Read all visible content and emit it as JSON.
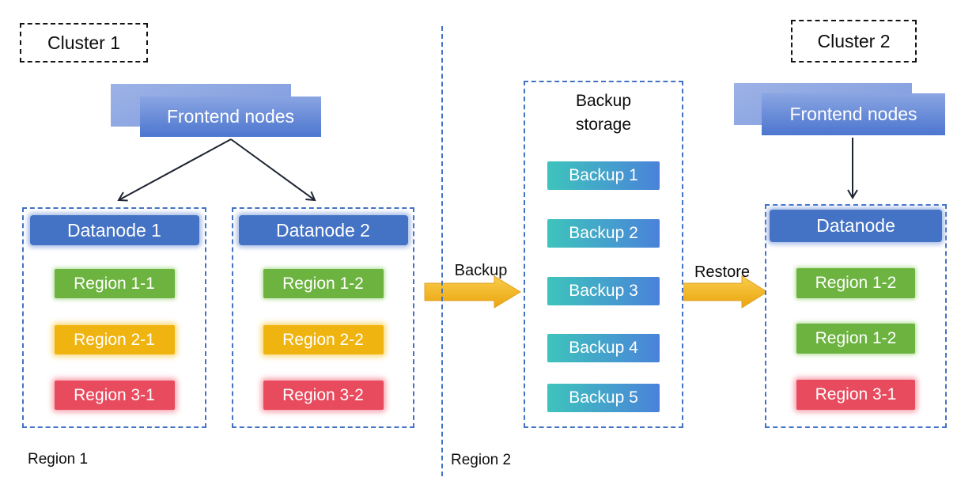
{
  "diagram": {
    "cluster1": {
      "label": "Cluster 1",
      "frontend_label": "Frontend nodes",
      "datanodes": [
        {
          "title": "Datanode 1",
          "regions": [
            {
              "label": "Region 1-1",
              "color": "green"
            },
            {
              "label": "Region 2-1",
              "color": "yellow"
            },
            {
              "label": "Region 3-1",
              "color": "red"
            }
          ]
        },
        {
          "title": "Datanode 2",
          "regions": [
            {
              "label": "Region 1-2",
              "color": "green"
            },
            {
              "label": "Region 2-2",
              "color": "yellow"
            },
            {
              "label": "Region 3-2",
              "color": "red"
            }
          ]
        }
      ],
      "zone_label": "Region 1"
    },
    "backup_storage": {
      "title": "Backup storage",
      "items": [
        {
          "label": "Backup 1"
        },
        {
          "label": "Backup 2"
        },
        {
          "label": "Backup 3"
        },
        {
          "label": "Backup 4"
        },
        {
          "label": "Backup 5"
        }
      ]
    },
    "cluster2": {
      "label": "Cluster 2",
      "frontend_label": "Frontend nodes",
      "datanode": {
        "title": "Datanode",
        "regions": [
          {
            "label": "Region 1-2",
            "color": "green"
          },
          {
            "label": "Region 1-2",
            "color": "green"
          },
          {
            "label": "Region 3-1",
            "color": "red"
          }
        ]
      },
      "zone_label": "Region 2"
    },
    "flows": {
      "backup_label": "Backup",
      "restore_label": "Restore"
    }
  },
  "colors": {
    "node_blue": "#4472C4",
    "container_border_blue": "#4472C4",
    "cluster_label_border": "#141414",
    "region_green": "#6CB33F",
    "region_yellow": "#F0B411",
    "region_red": "#E84A5E",
    "backup_gradient_start": "#3EC4BC",
    "backup_gradient_end": "#4A82DA",
    "flow_arrow_gold_top": "#F8CD4B",
    "flow_arrow_gold_bottom": "#EBA50F",
    "frontend_gradient_top": "#8AA5E2",
    "frontend_gradient_bottom": "#4C76CF",
    "connector_black": "#1C2430"
  }
}
